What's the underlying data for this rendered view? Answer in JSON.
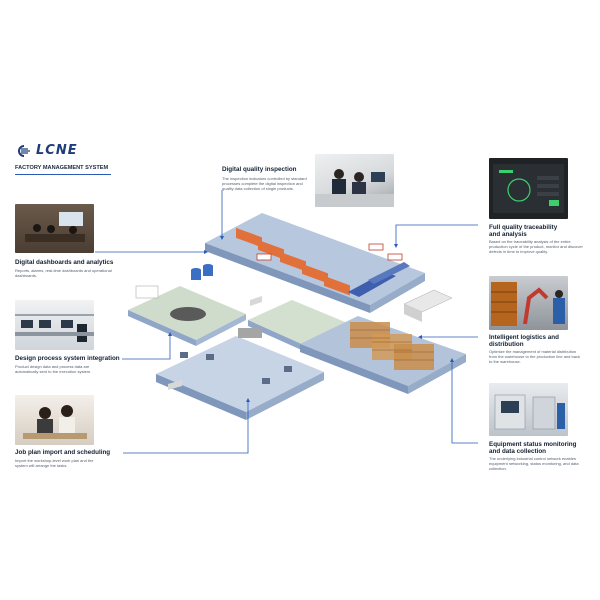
{
  "brand": {
    "logo_text": "LCNE"
  },
  "system_title": "FACTORY MANAGEMENT SYSTEM",
  "features": {
    "quality_inspection": {
      "title": "Digital quality inspection",
      "description": "The inspection indicators controlled by standard processes complete the digital inspection and quality data collection of single products."
    },
    "dashboards": {
      "title": "Digital dashboards and analytics",
      "description": "Reports, alarms, real-time dashboards and operational dashboards."
    },
    "design_integration": {
      "title": "Design process system integration",
      "description": "Product design data and process data are automatically sent to the execution system."
    },
    "job_plan": {
      "title": "Job plan import and scheduling",
      "description": "Import the workshop-level work plan and the system will arrange the tasks."
    },
    "traceability": {
      "title": "Full quality traceability and analysis",
      "description": "Based on the traceability analysis of the entire production cycle of the product, monitor and discover defects in time to improve quality."
    },
    "logistics": {
      "title": "Intelligent logistics and distribution",
      "description": "Optimize the management of material distribution from the warehouse to the production line and back to the warehouse."
    },
    "equipment": {
      "title": "Equipment status monitoring and data collection",
      "description": "The underlying industrial control network enables equipment networking, status monitoring, and data collection."
    }
  },
  "colors": {
    "brand": "#1d3c7a",
    "floor": "#8fa6c8",
    "floor_top": "#bccbe0",
    "accent_line": "#2a5bb8",
    "machine": "#e2703a"
  },
  "icons": [
    "logo-mark-icon",
    "arrow-pointer-icon"
  ]
}
